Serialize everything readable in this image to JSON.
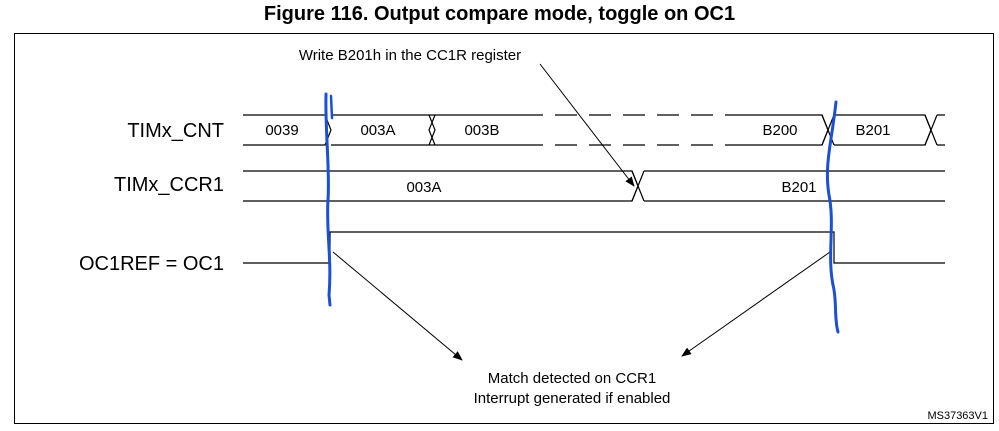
{
  "figure": {
    "title": "Figure 116. Output compare mode, toggle on OC1",
    "reference": "MS37363V1"
  },
  "signals": {
    "cnt": {
      "label": "TIMx_CNT",
      "values": [
        "0039",
        "003A",
        "003B",
        "B200",
        "B201"
      ]
    },
    "ccr1": {
      "label": "TIMx_CCR1",
      "values": [
        "003A",
        "B201"
      ]
    },
    "oc1ref": {
      "label": "OC1REF = OC1"
    }
  },
  "annotations": {
    "write_note": "Write B201h in the CC1R register",
    "match_line1": "Match detected on CCR1",
    "match_line2": "Interrupt generated if enabled"
  },
  "colors": {
    "line": "#000000",
    "pen_marker": "#1a4fd6"
  }
}
